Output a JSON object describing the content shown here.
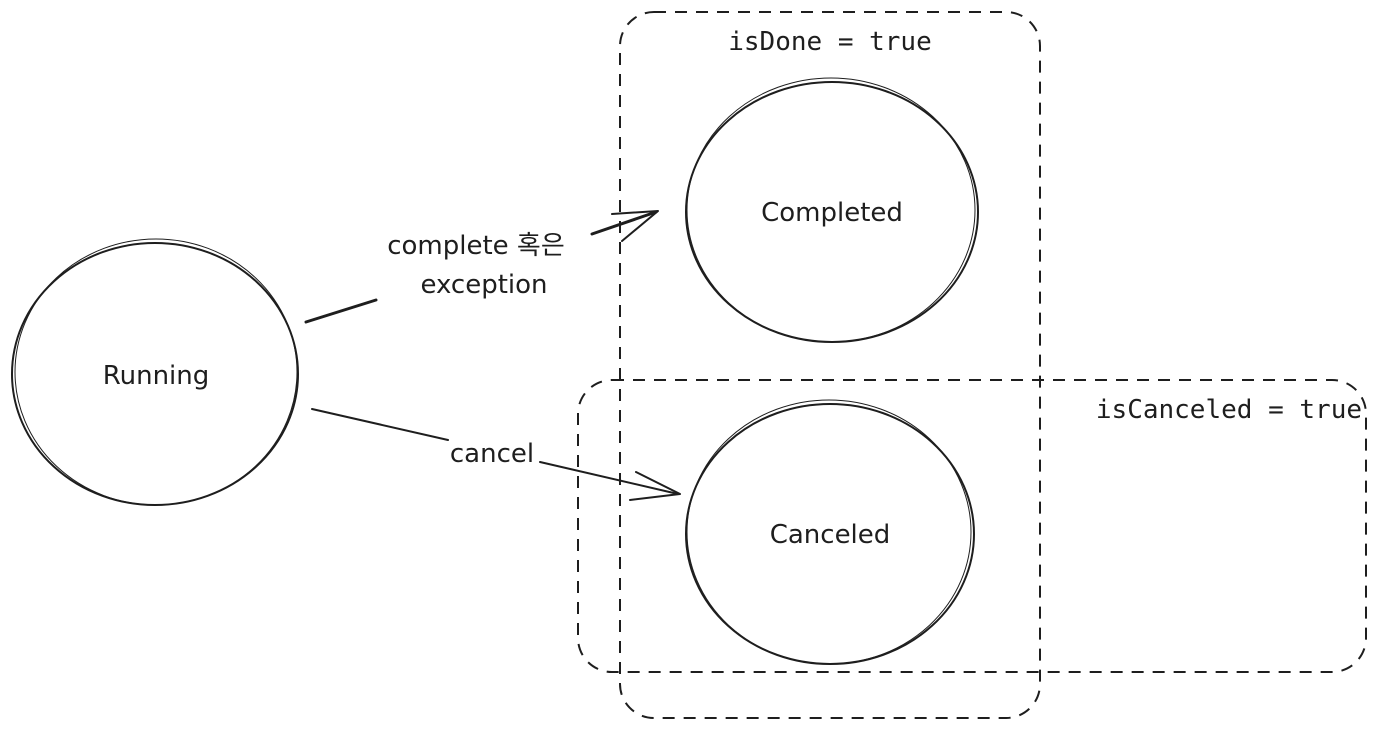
{
  "states": {
    "running": "Running",
    "completed": "Completed",
    "canceled": "Canceled"
  },
  "groups": {
    "is_done": "isDone = true",
    "is_canceled": "isCanceled = true"
  },
  "transitions": {
    "complete_line1": "complete 혹은",
    "complete_line2": "exception",
    "cancel": "cancel"
  }
}
